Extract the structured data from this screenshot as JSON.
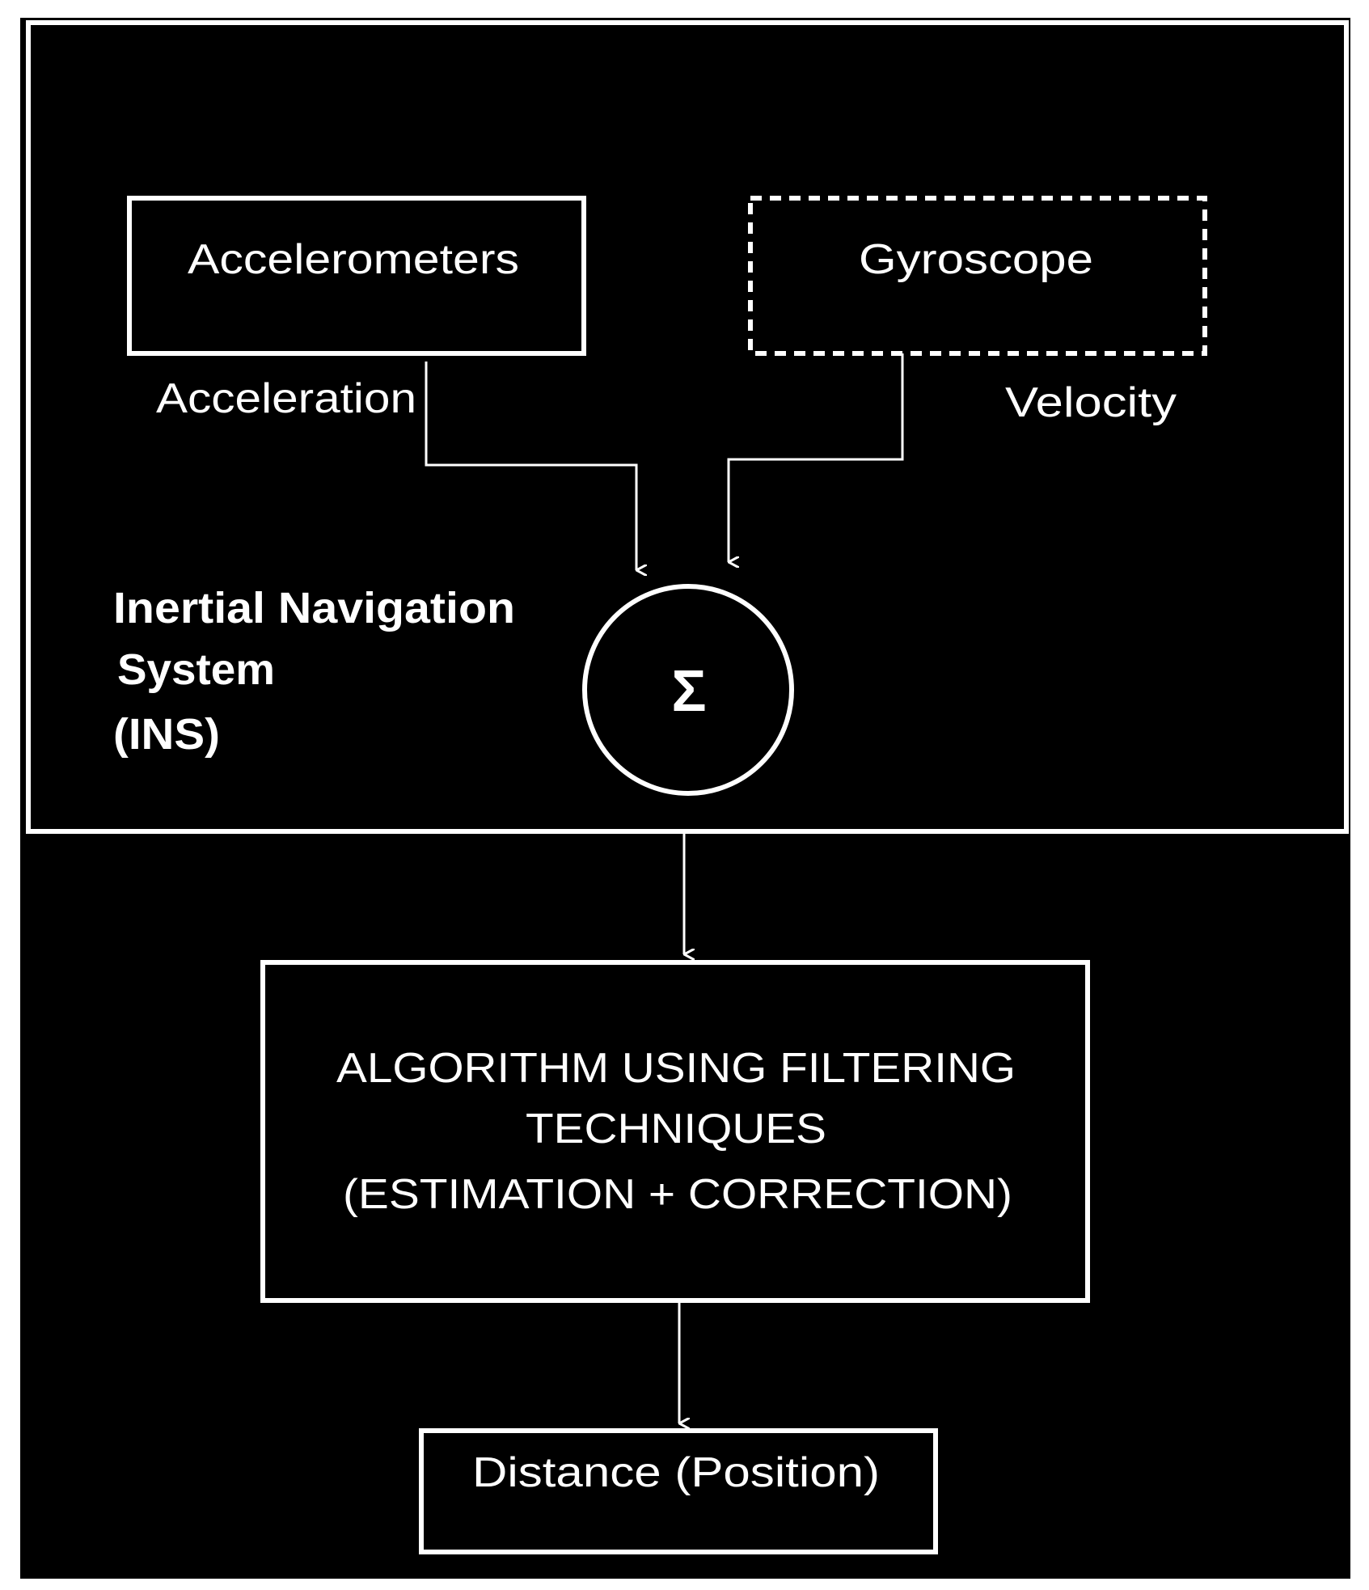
{
  "diagram": {
    "colors": {
      "background": "#000000",
      "foreground": "#ffffff",
      "page": "#ffffff"
    },
    "nodes": {
      "accelerometers": "Accelerometers",
      "gyroscope": "Gyroscope",
      "summation": "Σ",
      "algorithm_line1": "ALGORITHM USING FILTERING",
      "algorithm_line2": "TECHNIQUES",
      "algorithm_line3": "(ESTIMATION + CORRECTION)",
      "distance": "Distance (Position)"
    },
    "edge_labels": {
      "acceleration": "Acceleration",
      "velocity": "Velocity"
    },
    "group": {
      "line1": "Inertial Navigation",
      "line2": "System",
      "line3": "(INS)"
    },
    "gyroscope_border": "dashed"
  }
}
